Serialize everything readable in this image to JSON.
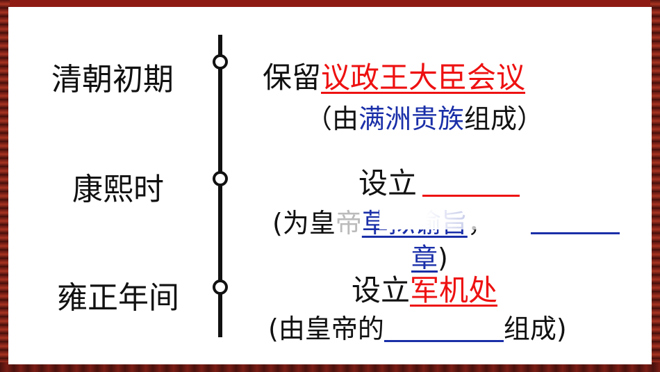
{
  "periods": [
    "清朝初期",
    "康熙时",
    "雍正年间"
  ],
  "row1": {
    "prefix": "保留",
    "red": "议政王大臣会议",
    "open": "（由",
    "blue": "满洲贵族",
    "close": "组成）"
  },
  "row2": {
    "prefix": "设立",
    "line2_a": "(为皇",
    "line2_b": "帝",
    "line2_blue": "草拟谕旨",
    "line2_comma": "，",
    "line3_blue": "章",
    "line3_close": ")"
  },
  "row3": {
    "prefix": "设立",
    "red": "军机处",
    "open": "(由皇帝的",
    "close": "组成)"
  }
}
